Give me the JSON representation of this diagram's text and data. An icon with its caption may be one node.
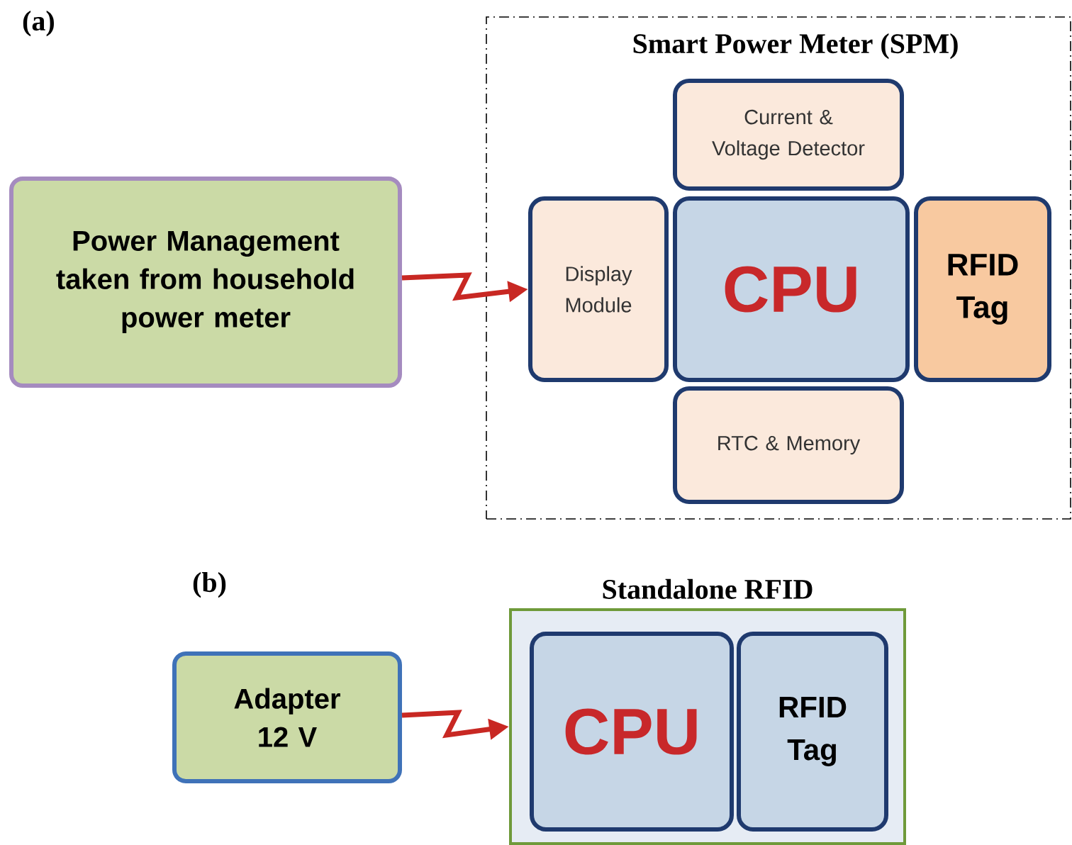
{
  "diagram": {
    "nodes": [
      {
        "text": [
          "Power Management taken from household power meter"
        ]
      },
      {
        "text": [
          "Smart Power Meter (SPM)"
        ]
      },
      {
        "text": [
          "Current & Voltage Detector"
        ],
        "in": 1
      },
      {
        "text": [
          "Display Module"
        ],
        "in": 1
      },
      {
        "text": [
          "CPU"
        ],
        "in": 1
      },
      {
        "text": [
          "RFID Tag"
        ],
        "in": 1
      },
      {
        "text": [
          "RTC & Memory"
        ],
        "in": 1
      },
      {
        "text": [
          "Adapter 12 V"
        ]
      },
      {
        "text": [
          "Standalone RFID"
        ]
      },
      {
        "text": [
          "CPU"
        ],
        "in": 8
      },
      {
        "text": [
          "RFID Tag"
        ],
        "in": 8
      }
    ],
    "edges": [
      {
        "from": 0,
        "to": 3,
        "arrow": "to"
      },
      {
        "from": 7,
        "to": 8,
        "arrow": "to"
      }
    ],
    "labels": [
      "(a)",
      "(b)"
    ]
  }
}
